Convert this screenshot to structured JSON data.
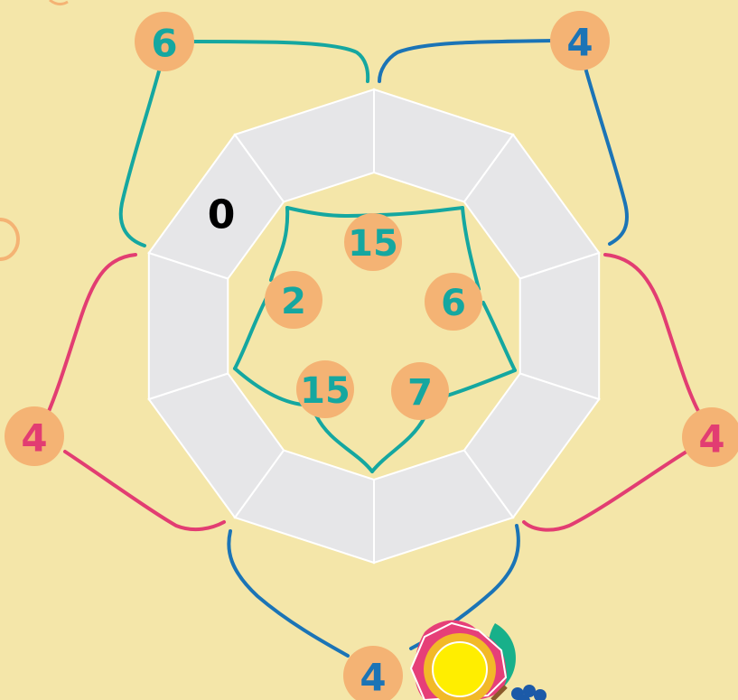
{
  "colors": {
    "background": "#f4e6a9",
    "tile": "#e6e6e8",
    "tile_stroke": "#ffffff",
    "badge": "#f4b374",
    "teal": "#15a7a0",
    "blue": "#1b74b6",
    "pink": "#e23d72",
    "black": "#000000",
    "flower_petal": "#e63f78",
    "flower_ring": "#f2b928",
    "flower_center": "#ffee00",
    "leaf": "#18b08a",
    "berry": "#1c5aa8"
  },
  "center_cell": {
    "value": "0"
  },
  "inner_badges": [
    {
      "value": "15",
      "color": "teal"
    },
    {
      "value": "2",
      "color": "teal"
    },
    {
      "value": "6",
      "color": "teal"
    },
    {
      "value": "15",
      "color": "teal"
    },
    {
      "value": "7",
      "color": "teal"
    }
  ],
  "outer_badges": [
    {
      "value": "6",
      "color": "teal"
    },
    {
      "value": "4",
      "color": "blue"
    },
    {
      "value": "4",
      "color": "pink"
    },
    {
      "value": "4",
      "color": "pink"
    },
    {
      "value": "4",
      "color": "blue"
    }
  ],
  "decorations": {
    "flower_icon": "flower-icon",
    "leaf_icon": "leaf-icon"
  }
}
